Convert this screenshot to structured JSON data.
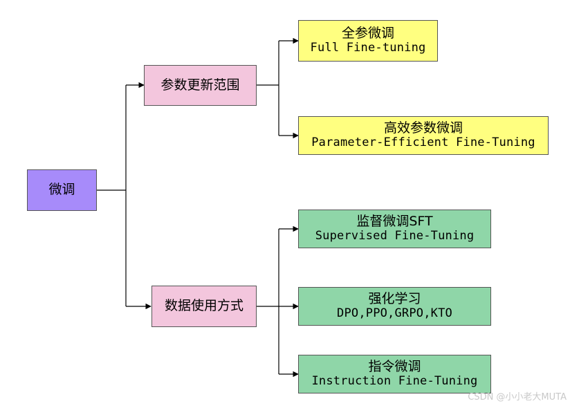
{
  "root": {
    "label": "微调"
  },
  "branch_scope": {
    "label": "参数更新范围"
  },
  "branch_data": {
    "label": "数据使用方式"
  },
  "leaf_full": {
    "label_zh": "全参微调",
    "label_en": "Full Fine-tuning"
  },
  "leaf_peft": {
    "label_zh": "高效参数微调",
    "label_en": "Parameter-Efficient Fine-Tuning"
  },
  "leaf_sft": {
    "label_zh": "监督微调SFT",
    "label_en": "Supervised Fine-Tuning"
  },
  "leaf_rl": {
    "label_zh": "强化学习",
    "label_en": "DPO,PPO,GRPO,KTO"
  },
  "leaf_instruct": {
    "label_zh": "指令微调",
    "label_en": "Instruction Fine-Tuning"
  },
  "colors": {
    "root": "#a78bfa",
    "branch": "#f3c6dd",
    "leaf_scope": "#ffff80",
    "leaf_data": "#8fd6a8",
    "connector": "#000000"
  },
  "watermark": {
    "text": "CSDN @小小老大MUTA"
  }
}
